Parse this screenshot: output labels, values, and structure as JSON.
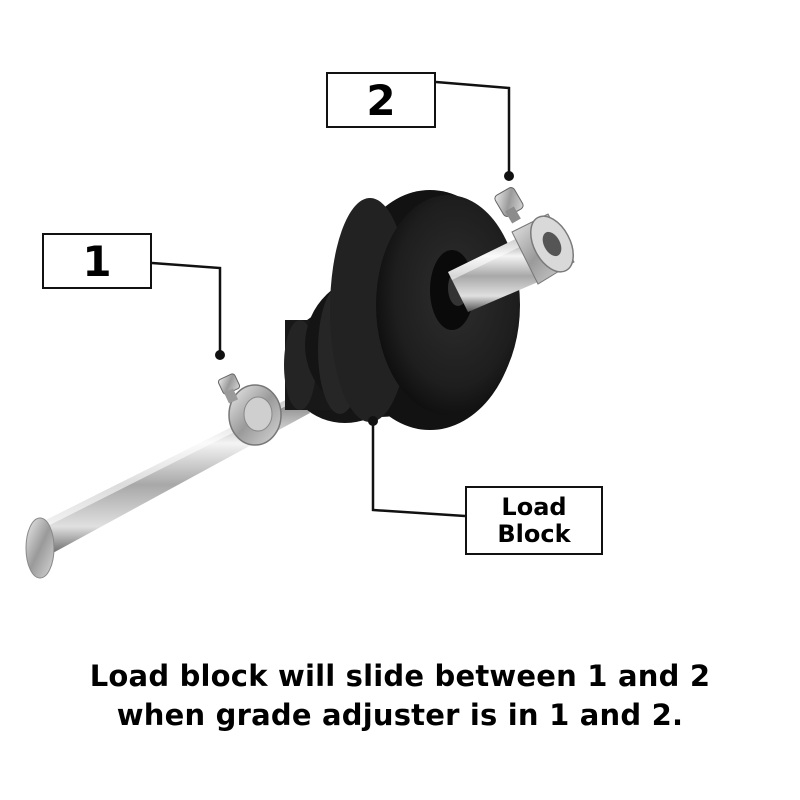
{
  "callouts": {
    "marker_1": "1",
    "marker_2": "2",
    "load_block_line1": "Load",
    "load_block_line2": "Block"
  },
  "caption": {
    "line1": "Load block will slide between 1 and 2",
    "line2": "when grade adjuster is in 1 and 2."
  },
  "colors": {
    "background": "#ffffff",
    "rubber_block": "#1c1c1c",
    "chrome_bar": "#c8c8c8",
    "text": "#000000"
  }
}
